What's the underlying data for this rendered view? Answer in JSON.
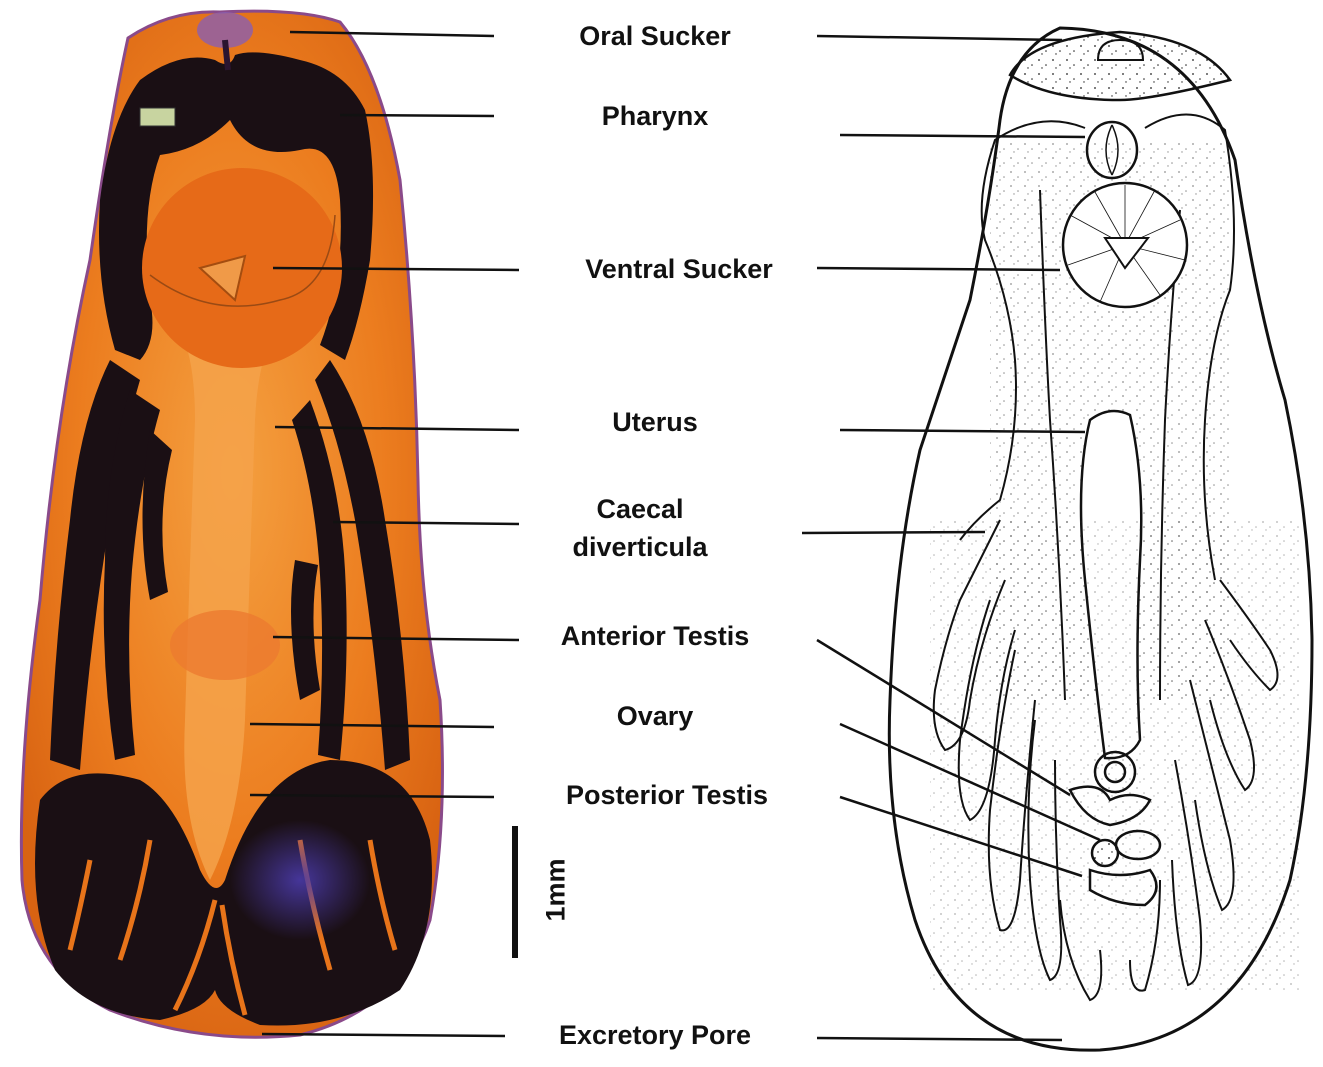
{
  "labels": [
    {
      "id": "oral-sucker",
      "text": "Oral Sucker"
    },
    {
      "id": "pharynx",
      "text": "Pharynx"
    },
    {
      "id": "ventral-sucker",
      "text": "Ventral Sucker"
    },
    {
      "id": "uterus",
      "text": "Uterus"
    },
    {
      "id": "caecal-diverticula",
      "line1": "Caecal",
      "line2": "diverticula"
    },
    {
      "id": "anterior-testis",
      "text": "Anterior Testis"
    },
    {
      "id": "ovary",
      "text": "Ovary"
    },
    {
      "id": "posterior-testis",
      "text": "Posterior Testis"
    },
    {
      "id": "excretory-pore",
      "text": "Excretory Pore"
    }
  ],
  "scale_bar": {
    "label": "1mm"
  },
  "colors": {
    "specimen_body": "#e8741a",
    "specimen_caeca": "#1a0f14",
    "specimen_centre": "#f08f2a",
    "drawing_line": "#111111",
    "leader_line": "#111111"
  }
}
